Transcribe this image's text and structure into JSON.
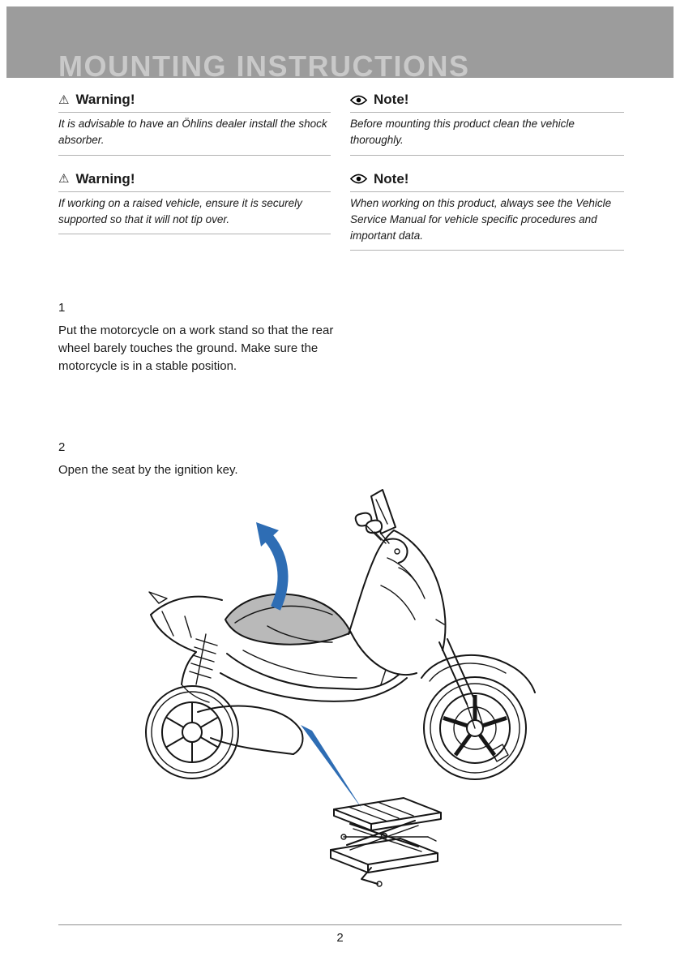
{
  "page": {
    "header_title": "MOUNTING INSTRUCTIONS",
    "footer_page_number": "2"
  },
  "icons": {
    "warning": "⚠",
    "note": "eye"
  },
  "warnings": [
    {
      "title": "Warning!",
      "body": "It is advisable to have an Öhlins dealer install the shock absorber."
    },
    {
      "title": "Warning!",
      "body": "If working on a raised vehicle, ensure it is securely supported so that it will not tip over."
    }
  ],
  "notes": [
    {
      "title": "Note!",
      "body": "Before mounting this product clean the vehicle thoroughly."
    },
    {
      "title": "Note!",
      "body": "When working on this product, always see the Vehicle Service Manual for vehicle specific procedures and important data."
    }
  ],
  "steps": [
    {
      "number": "1",
      "text": "Put the motorcycle on a work stand so that the rear wheel barely touches the ground. Make sure the motorcycle is in a stable position."
    },
    {
      "number": "2",
      "text": "Open the seat by the ignition key."
    }
  ],
  "colors": {
    "accent_blue": "#2e6db4",
    "header_gray": "#9c9c9c",
    "header_text": "#c9c9c9"
  }
}
